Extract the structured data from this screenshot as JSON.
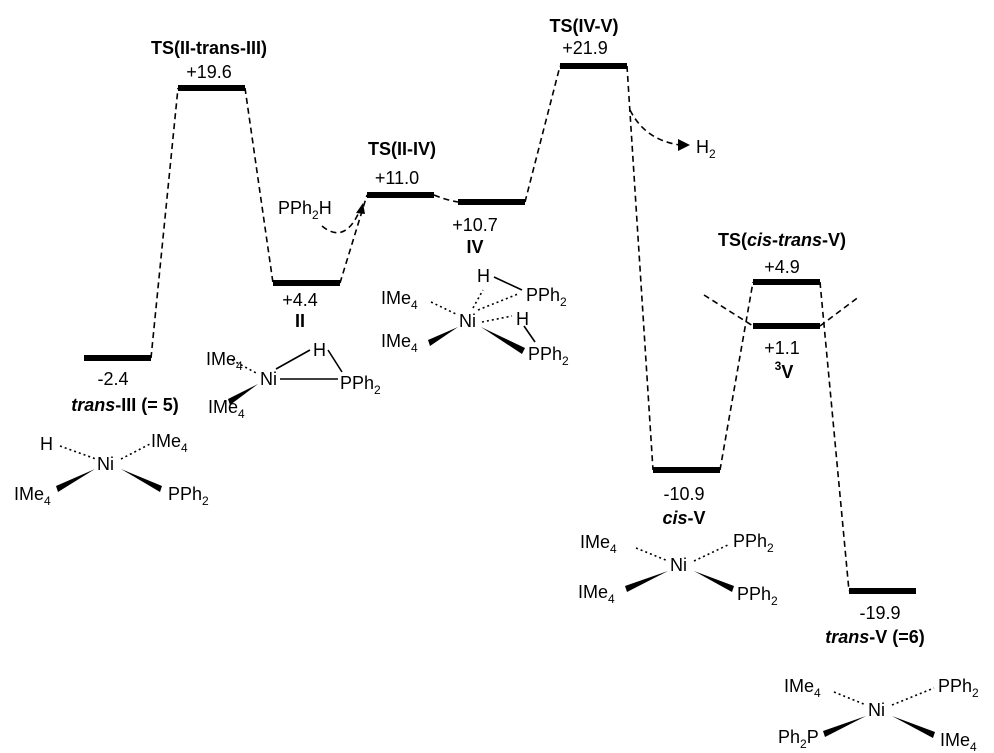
{
  "levels": {
    "trans_III": {
      "value": "-2.4",
      "label_em": "trans",
      "label_rest": "-III (= 5)"
    },
    "ts_II_trans_III": {
      "label": "TS(II-trans-III)",
      "value": "+19.6"
    },
    "II": {
      "value": "+4.4",
      "label": "II"
    },
    "ts_II_IV": {
      "label": "TS(II-IV)",
      "value": "+11.0"
    },
    "IV": {
      "value": "+10.7",
      "label": "IV"
    },
    "ts_IV_V": {
      "label": "TS(IV-V)",
      "value": "+21.9"
    },
    "cis_V": {
      "value": "-10.9",
      "label_em": "cis",
      "label_rest": "-V"
    },
    "ts_cis_trans_V": {
      "label_pre": "TS(",
      "label_em": "cis",
      "label_mid": "-",
      "label_em2": "trans",
      "label_post": "-V)",
      "value": "+4.9"
    },
    "triplet_V": {
      "value": "+1.1",
      "sup": "3",
      "label": "V"
    },
    "trans_V": {
      "value": "-19.9",
      "label_em": "trans",
      "label_rest": "-V (=6)"
    }
  },
  "atoms": {
    "H": "H",
    "Ni": "Ni",
    "IMe": "IMe",
    "four": "4",
    "PPh": "PPh",
    "two": "2",
    "Ph": "Ph",
    "P": "P"
  },
  "released": {
    "symbol": "H",
    "sub": "2"
  },
  "reagent": {
    "text": "PPh",
    "sub": "2",
    "tail": "H"
  }
}
